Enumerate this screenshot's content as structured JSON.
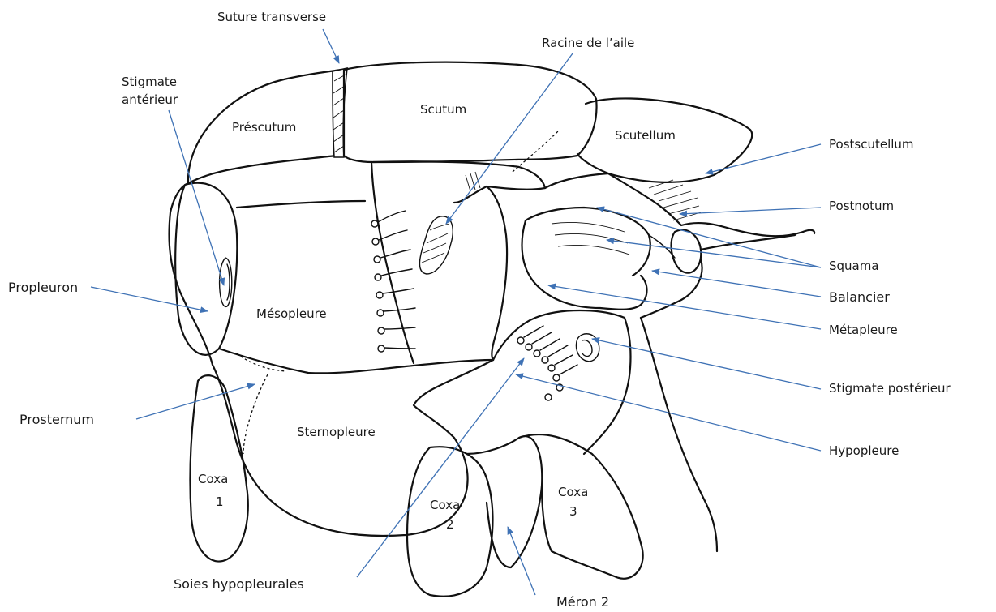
{
  "colors": {
    "leader": "#3f72b5",
    "outline": "#111111",
    "background": "#ffffff"
  },
  "labels": {
    "suture_transverse": "Suture transverse",
    "racine_aile": "Racine de l’aile",
    "stigmate_anterieur_1": "Stigmate",
    "stigmate_anterieur_2": "antérieur",
    "postscutellum": "Postscutellum",
    "postnotum": "Postnotum",
    "squama": "Squama",
    "balancier": "Balancier",
    "metapleure": "Métapleure",
    "stigmate_posterieur": "Stigmate postérieur",
    "hypopleure": "Hypopleure",
    "propleuron": "Propleuron",
    "prosternum": "Prosternum",
    "soies_hypopleurales": "Soies hypopleurales",
    "meron_2": "Méron 2"
  },
  "regions": {
    "prescutum": "Préscutum",
    "scutum": "Scutum",
    "scutellum": "Scutellum",
    "mesopleure": "Mésopleure",
    "sternopleure": "Sternopleure",
    "coxa1_a": "Coxa",
    "coxa1_b": "1",
    "coxa2_a": "Coxa",
    "coxa2_b": "2",
    "coxa3_a": "Coxa",
    "coxa3_b": "3"
  }
}
